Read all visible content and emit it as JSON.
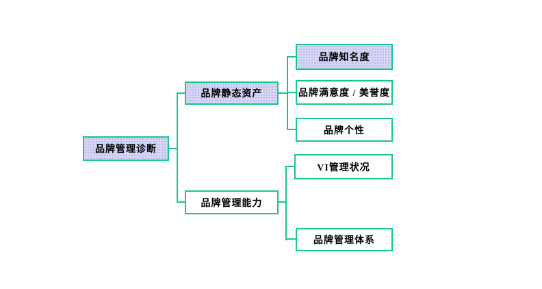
{
  "diagram": {
    "title": "brand management diagnosis tree",
    "colors": {
      "line": "#17c78f",
      "border": "#17c78f",
      "highlight_fill": "#d6d6f5",
      "plain_fill": "#ffffff",
      "text": "#000000",
      "background": "#ffffff"
    },
    "root": {
      "label": "品牌管理诊断",
      "highlighted": true
    },
    "branches": [
      {
        "label": "品牌静态资产",
        "highlighted": true,
        "children": [
          {
            "label": "品牌知名度",
            "highlighted": true
          },
          {
            "label": "品牌满意度 / 美誉度",
            "highlighted": false
          },
          {
            "label": "品牌个性",
            "highlighted": false
          }
        ]
      },
      {
        "label": "品牌管理能力",
        "highlighted": false,
        "children": [
          {
            "label": "VI管理状况",
            "highlighted": false
          },
          {
            "label": "品牌管理体系",
            "highlighted": false
          }
        ]
      }
    ]
  }
}
